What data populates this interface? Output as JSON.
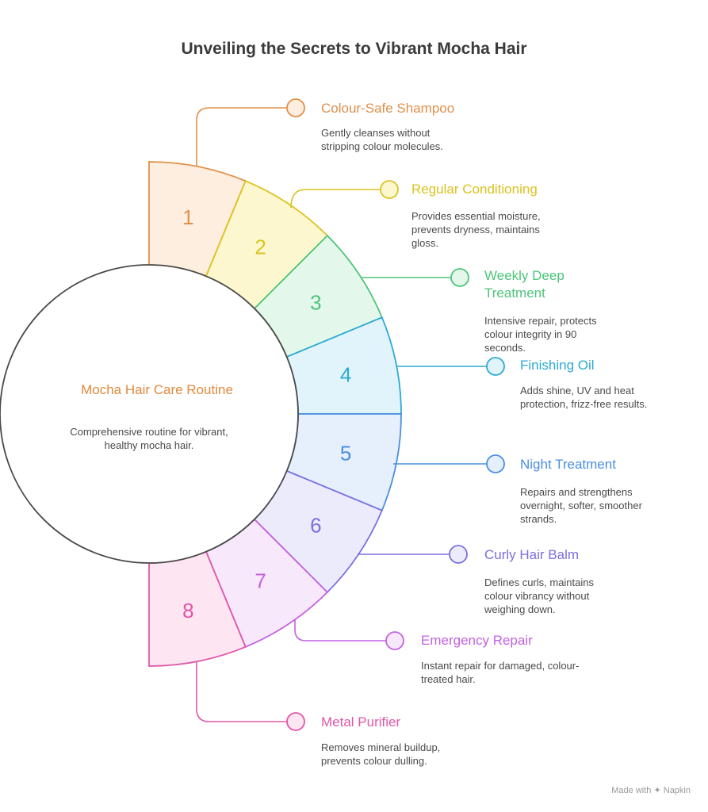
{
  "title": "Unveiling the Secrets to Vibrant Mocha Hair",
  "center": {
    "title": "Mocha Hair Care Routine",
    "description": "Comprehensive routine for vibrant, healthy mocha hair."
  },
  "steps": [
    {
      "number": "1",
      "title": "Colour-Safe Shampoo",
      "description": "Gently cleanses without stripping colour molecules.",
      "color": "#e0904a",
      "fill": "#fdeee0"
    },
    {
      "number": "2",
      "title": "Regular Conditioning",
      "description": "Provides essential moisture, prevents dryness, maintains gloss.",
      "color": "#dcc21e",
      "fill": "#fdf7cf"
    },
    {
      "number": "3",
      "title": "Weekly Deep Treatment",
      "description": "Intensive repair, protects colour integrity in 90 seconds.",
      "color": "#4dc47a",
      "fill": "#e3f8ea"
    },
    {
      "number": "4",
      "title": "Finishing Oil",
      "description": "Adds shine, UV and heat protection, frizz-free results.",
      "color": "#2aa9d6",
      "fill": "#e2f4fb"
    },
    {
      "number": "5",
      "title": "Night Treatment",
      "description": "Repairs and strengthens overnight, softer, smoother strands.",
      "color": "#4a8fe0",
      "fill": "#e6effc"
    },
    {
      "number": "6",
      "title": "Curly Hair Balm",
      "description": "Defines curls, maintains colour vibrancy without weighing down.",
      "color": "#7b6fe0",
      "fill": "#ecebfb"
    },
    {
      "number": "7",
      "title": "Emergency Repair",
      "description": "Instant repair for damaged, colour-treated hair.",
      "color": "#c462e0",
      "fill": "#f8e8fb"
    },
    {
      "number": "8",
      "title": "Metal Purifier",
      "description": "Removes mineral buildup, prevents colour dulling.",
      "color": "#e056a8",
      "fill": "#fde6f2"
    }
  ],
  "footer": {
    "made_with": "Made with",
    "brand": "Napkin",
    "brand_icon": "napkin-logo-icon"
  }
}
